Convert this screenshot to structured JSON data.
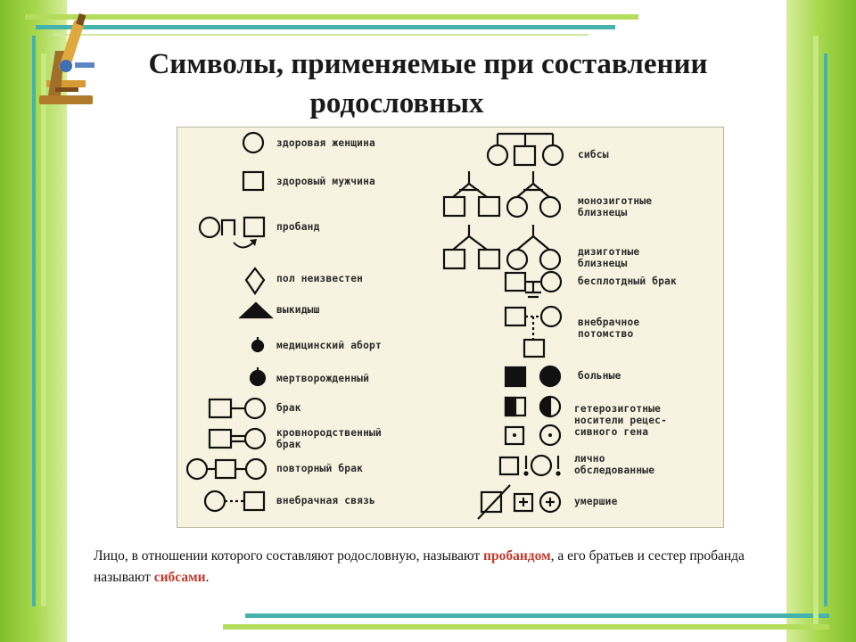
{
  "title": {
    "line1": "Символы, применяемые при составлении",
    "line2": "родословных"
  },
  "legend_left": [
    {
      "label": "здоровая женщина"
    },
    {
      "label": "здоровый мужчина"
    },
    {
      "label": "пробанд"
    },
    {
      "label": "пол неизвестен"
    },
    {
      "label": "выкидыш"
    },
    {
      "label": "медицинский аборт"
    },
    {
      "label": "мертворожденный"
    },
    {
      "label": "брак"
    },
    {
      "label_line1": "кровнородственный",
      "label_line2": "брак"
    },
    {
      "label": "повторный брак"
    },
    {
      "label": "внебрачная связь"
    }
  ],
  "legend_right": [
    {
      "label": "сибсы"
    },
    {
      "label_line1": "монозиготные",
      "label_line2": "близнецы"
    },
    {
      "label_line1": "дизиготные",
      "label_line2": "близнецы"
    },
    {
      "label": "бесплотдный брак"
    },
    {
      "label_line1": "внебрачное",
      "label_line2": "потомство"
    },
    {
      "label": "больные"
    },
    {
      "label_line1": "гетерозиготные",
      "label_line2": "носители рецес-",
      "label_line3": "сивного гена"
    },
    {
      "label_line1": "лично",
      "label_line2": "обследованные"
    },
    {
      "label": "умершие"
    }
  ],
  "caption": {
    "part1": "Лицо, в отношении  которого составляют родословную, называют ",
    "term1": "пробандом",
    "part2": ", а его братьев и сестер пробанда называют ",
    "term2": "сибсами",
    "part3": "."
  },
  "colors": {
    "green": "#8cc63f",
    "teal": "#3aa6a0",
    "highlight": "#c0392b",
    "panel": "#f6f3e0"
  }
}
